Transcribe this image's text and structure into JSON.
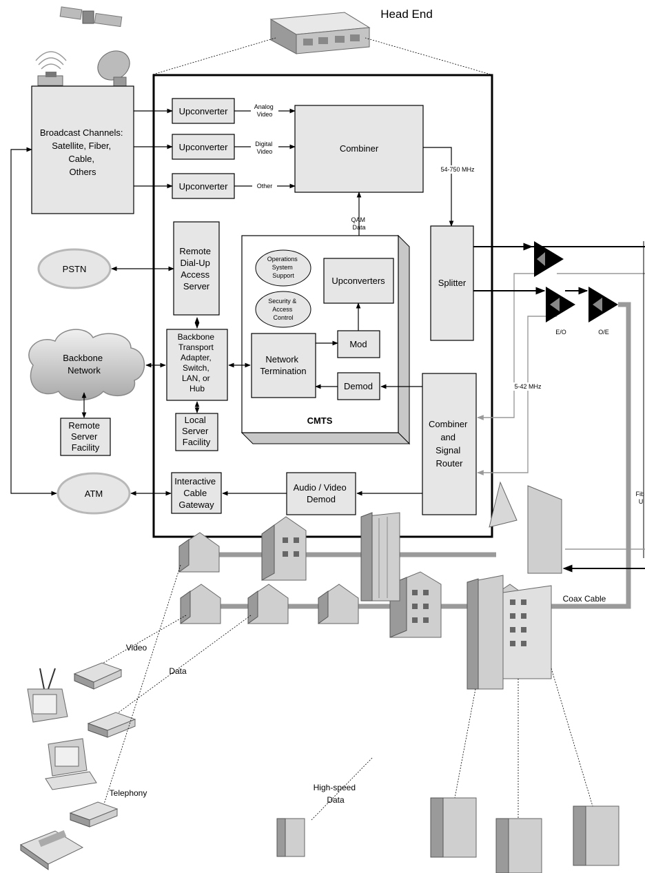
{
  "head_end": {
    "title": "Head End"
  },
  "broadcast": {
    "lines": [
      "Broadcast Channels:",
      "Satellite, Fiber,",
      "Cable,",
      "Others"
    ]
  },
  "upconverters": [
    "Upconverter",
    "Upconverter",
    "Upconverter"
  ],
  "signal_labels": {
    "analog": [
      "Analog",
      "Video"
    ],
    "digital": [
      "Digital",
      "Video"
    ],
    "other": "Other"
  },
  "combiner": "Combiner",
  "freq_down": "54-750 MHz",
  "qam": [
    "QAM",
    "Data"
  ],
  "splitter": "Splitter",
  "pstn": "PSTN",
  "remote_dialup": [
    "Remote",
    "Dial-Up",
    "Access",
    "Server"
  ],
  "oss": [
    "Operations",
    "System",
    "Support"
  ],
  "security": [
    "Security &",
    "Access",
    "Control"
  ],
  "upconverters_cmts": "Upconverters",
  "backbone_network": [
    "Backbone",
    "Network"
  ],
  "backbone_transport": [
    "Backbone",
    "Transport",
    "Adapter,",
    "Switch,",
    "LAN, or",
    "Hub"
  ],
  "network_termination": [
    "Network",
    "Termination"
  ],
  "mod": "Mod",
  "demod": "Demod",
  "cmts": "CMTS",
  "local_server": [
    "Local",
    "Server",
    "Facility"
  ],
  "remote_server": [
    "Remote",
    "Server",
    "Facility"
  ],
  "combiner_router": [
    "Combiner",
    "and",
    "Signal",
    "Router"
  ],
  "freq_up": "5-42 MHz",
  "eo": "E/O",
  "oe": "O/E",
  "atm": "ATM",
  "interactive_gateway": [
    "Interactive",
    "Cable",
    "Gateway"
  ],
  "av_demod": [
    "Audio / Video",
    "Demod"
  ],
  "fiber_label": [
    "Fib",
    "U"
  ],
  "coax_cable": "Coax Cable",
  "video": "Video",
  "data": "Data",
  "telephony": "Telephony",
  "highspeed": [
    "High-speed",
    "Data"
  ]
}
